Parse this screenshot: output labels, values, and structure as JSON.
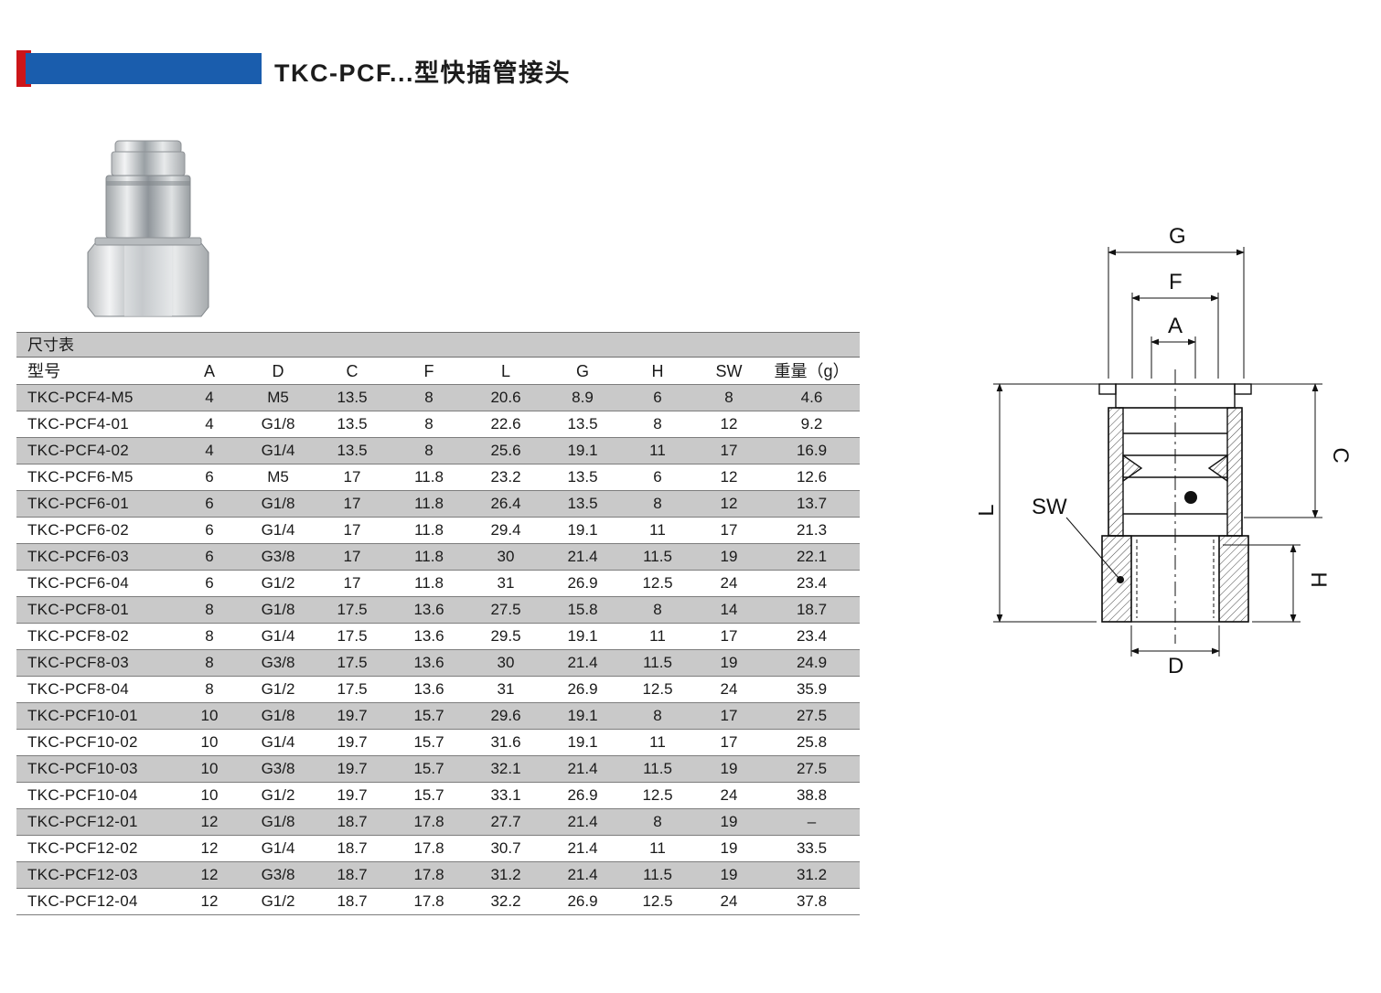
{
  "page": {
    "title": "TKC-PCF...型快插管接头"
  },
  "table": {
    "caption": "尺寸表",
    "columns": [
      "型号",
      "A",
      "D",
      "C",
      "F",
      "L",
      "G",
      "H",
      "SW",
      "重量（g）"
    ],
    "rows": [
      [
        "TKC-PCF4-M5",
        "4",
        "M5",
        "13.5",
        "8",
        "20.6",
        "8.9",
        "6",
        "8",
        "4.6"
      ],
      [
        "TKC-PCF4-01",
        "4",
        "G1/8",
        "13.5",
        "8",
        "22.6",
        "13.5",
        "8",
        "12",
        "9.2"
      ],
      [
        "TKC-PCF4-02",
        "4",
        "G1/4",
        "13.5",
        "8",
        "25.6",
        "19.1",
        "11",
        "17",
        "16.9"
      ],
      [
        "TKC-PCF6-M5",
        "6",
        "M5",
        "17",
        "11.8",
        "23.2",
        "13.5",
        "6",
        "12",
        "12.6"
      ],
      [
        "TKC-PCF6-01",
        "6",
        "G1/8",
        "17",
        "11.8",
        "26.4",
        "13.5",
        "8",
        "12",
        "13.7"
      ],
      [
        "TKC-PCF6-02",
        "6",
        "G1/4",
        "17",
        "11.8",
        "29.4",
        "19.1",
        "11",
        "17",
        "21.3"
      ],
      [
        "TKC-PCF6-03",
        "6",
        "G3/8",
        "17",
        "11.8",
        "30",
        "21.4",
        "11.5",
        "19",
        "22.1"
      ],
      [
        "TKC-PCF6-04",
        "6",
        "G1/2",
        "17",
        "11.8",
        "31",
        "26.9",
        "12.5",
        "24",
        "23.4"
      ],
      [
        "TKC-PCF8-01",
        "8",
        "G1/8",
        "17.5",
        "13.6",
        "27.5",
        "15.8",
        "8",
        "14",
        "18.7"
      ],
      [
        "TKC-PCF8-02",
        "8",
        "G1/4",
        "17.5",
        "13.6",
        "29.5",
        "19.1",
        "11",
        "17",
        "23.4"
      ],
      [
        "TKC-PCF8-03",
        "8",
        "G3/8",
        "17.5",
        "13.6",
        "30",
        "21.4",
        "11.5",
        "19",
        "24.9"
      ],
      [
        "TKC-PCF8-04",
        "8",
        "G1/2",
        "17.5",
        "13.6",
        "31",
        "26.9",
        "12.5",
        "24",
        "35.9"
      ],
      [
        "TKC-PCF10-01",
        "10",
        "G1/8",
        "19.7",
        "15.7",
        "29.6",
        "19.1",
        "8",
        "17",
        "27.5"
      ],
      [
        "TKC-PCF10-02",
        "10",
        "G1/4",
        "19.7",
        "15.7",
        "31.6",
        "19.1",
        "11",
        "17",
        "25.8"
      ],
      [
        "TKC-PCF10-03",
        "10",
        "G3/8",
        "19.7",
        "15.7",
        "32.1",
        "21.4",
        "11.5",
        "19",
        "27.5"
      ],
      [
        "TKC-PCF10-04",
        "10",
        "G1/2",
        "19.7",
        "15.7",
        "33.1",
        "26.9",
        "12.5",
        "24",
        "38.8"
      ],
      [
        "TKC-PCF12-01",
        "12",
        "G1/8",
        "18.7",
        "17.8",
        "27.7",
        "21.4",
        "8",
        "19",
        "–"
      ],
      [
        "TKC-PCF12-02",
        "12",
        "G1/4",
        "18.7",
        "17.8",
        "30.7",
        "21.4",
        "11",
        "19",
        "33.5"
      ],
      [
        "TKC-PCF12-03",
        "12",
        "G3/8",
        "18.7",
        "17.8",
        "31.2",
        "21.4",
        "11.5",
        "19",
        "31.2"
      ],
      [
        "TKC-PCF12-04",
        "12",
        "G1/2",
        "18.7",
        "17.8",
        "32.2",
        "26.9",
        "12.5",
        "24",
        "37.8"
      ]
    ]
  },
  "drawing": {
    "labels": {
      "g": "G",
      "f": "F",
      "a": "A",
      "l": "L",
      "c": "C",
      "h": "H",
      "sw": "SW",
      "d": "D"
    }
  },
  "colors": {
    "accent_blue": "#1a5dad",
    "accent_red": "#cc1519",
    "stripe_gray": "#c9c9c9"
  }
}
